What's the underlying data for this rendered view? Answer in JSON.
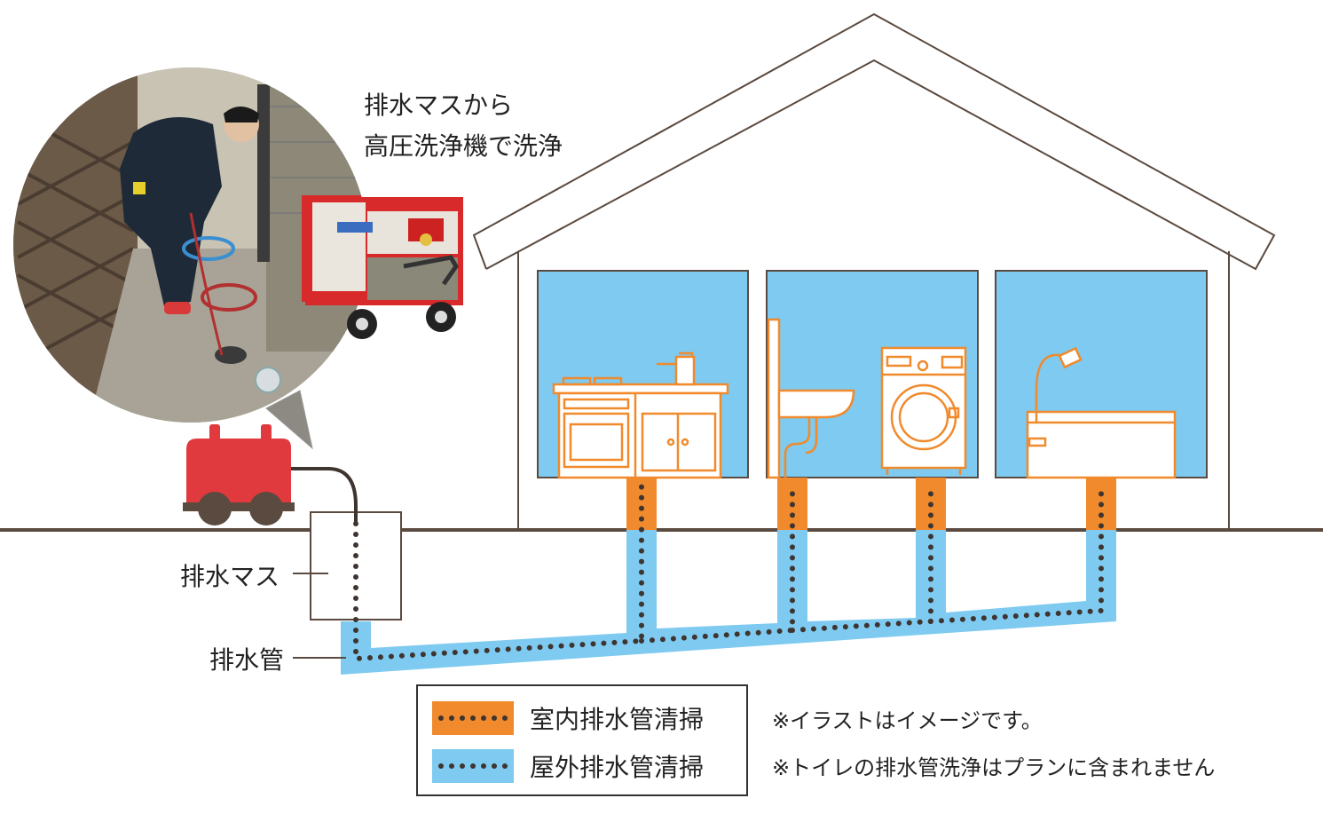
{
  "caption": {
    "line1": "排水マスから",
    "line2": "高圧洗浄機で洗浄"
  },
  "labels": {
    "drain_basin": "排水マス",
    "drain_pipe": "排水管"
  },
  "legend": {
    "indoor": {
      "label": "室内排水管清掃",
      "color": "#f08a2c"
    },
    "outdoor": {
      "label": "屋外排水管清掃",
      "color": "#7ecaf0"
    }
  },
  "notes": {
    "note1": "※イラストはイメージです。",
    "note2": "※トイレの排水管洗浄はプランに含まれません"
  },
  "colors": {
    "ground": "#5a4a40",
    "washer": "#e03a3e",
    "wheel": "#5a4a40",
    "room": "#7ecaf0",
    "fixture": "#f08a2c",
    "dots": "#3e3430"
  },
  "photo": {
    "description_icon": "pressure-washer-photo"
  }
}
